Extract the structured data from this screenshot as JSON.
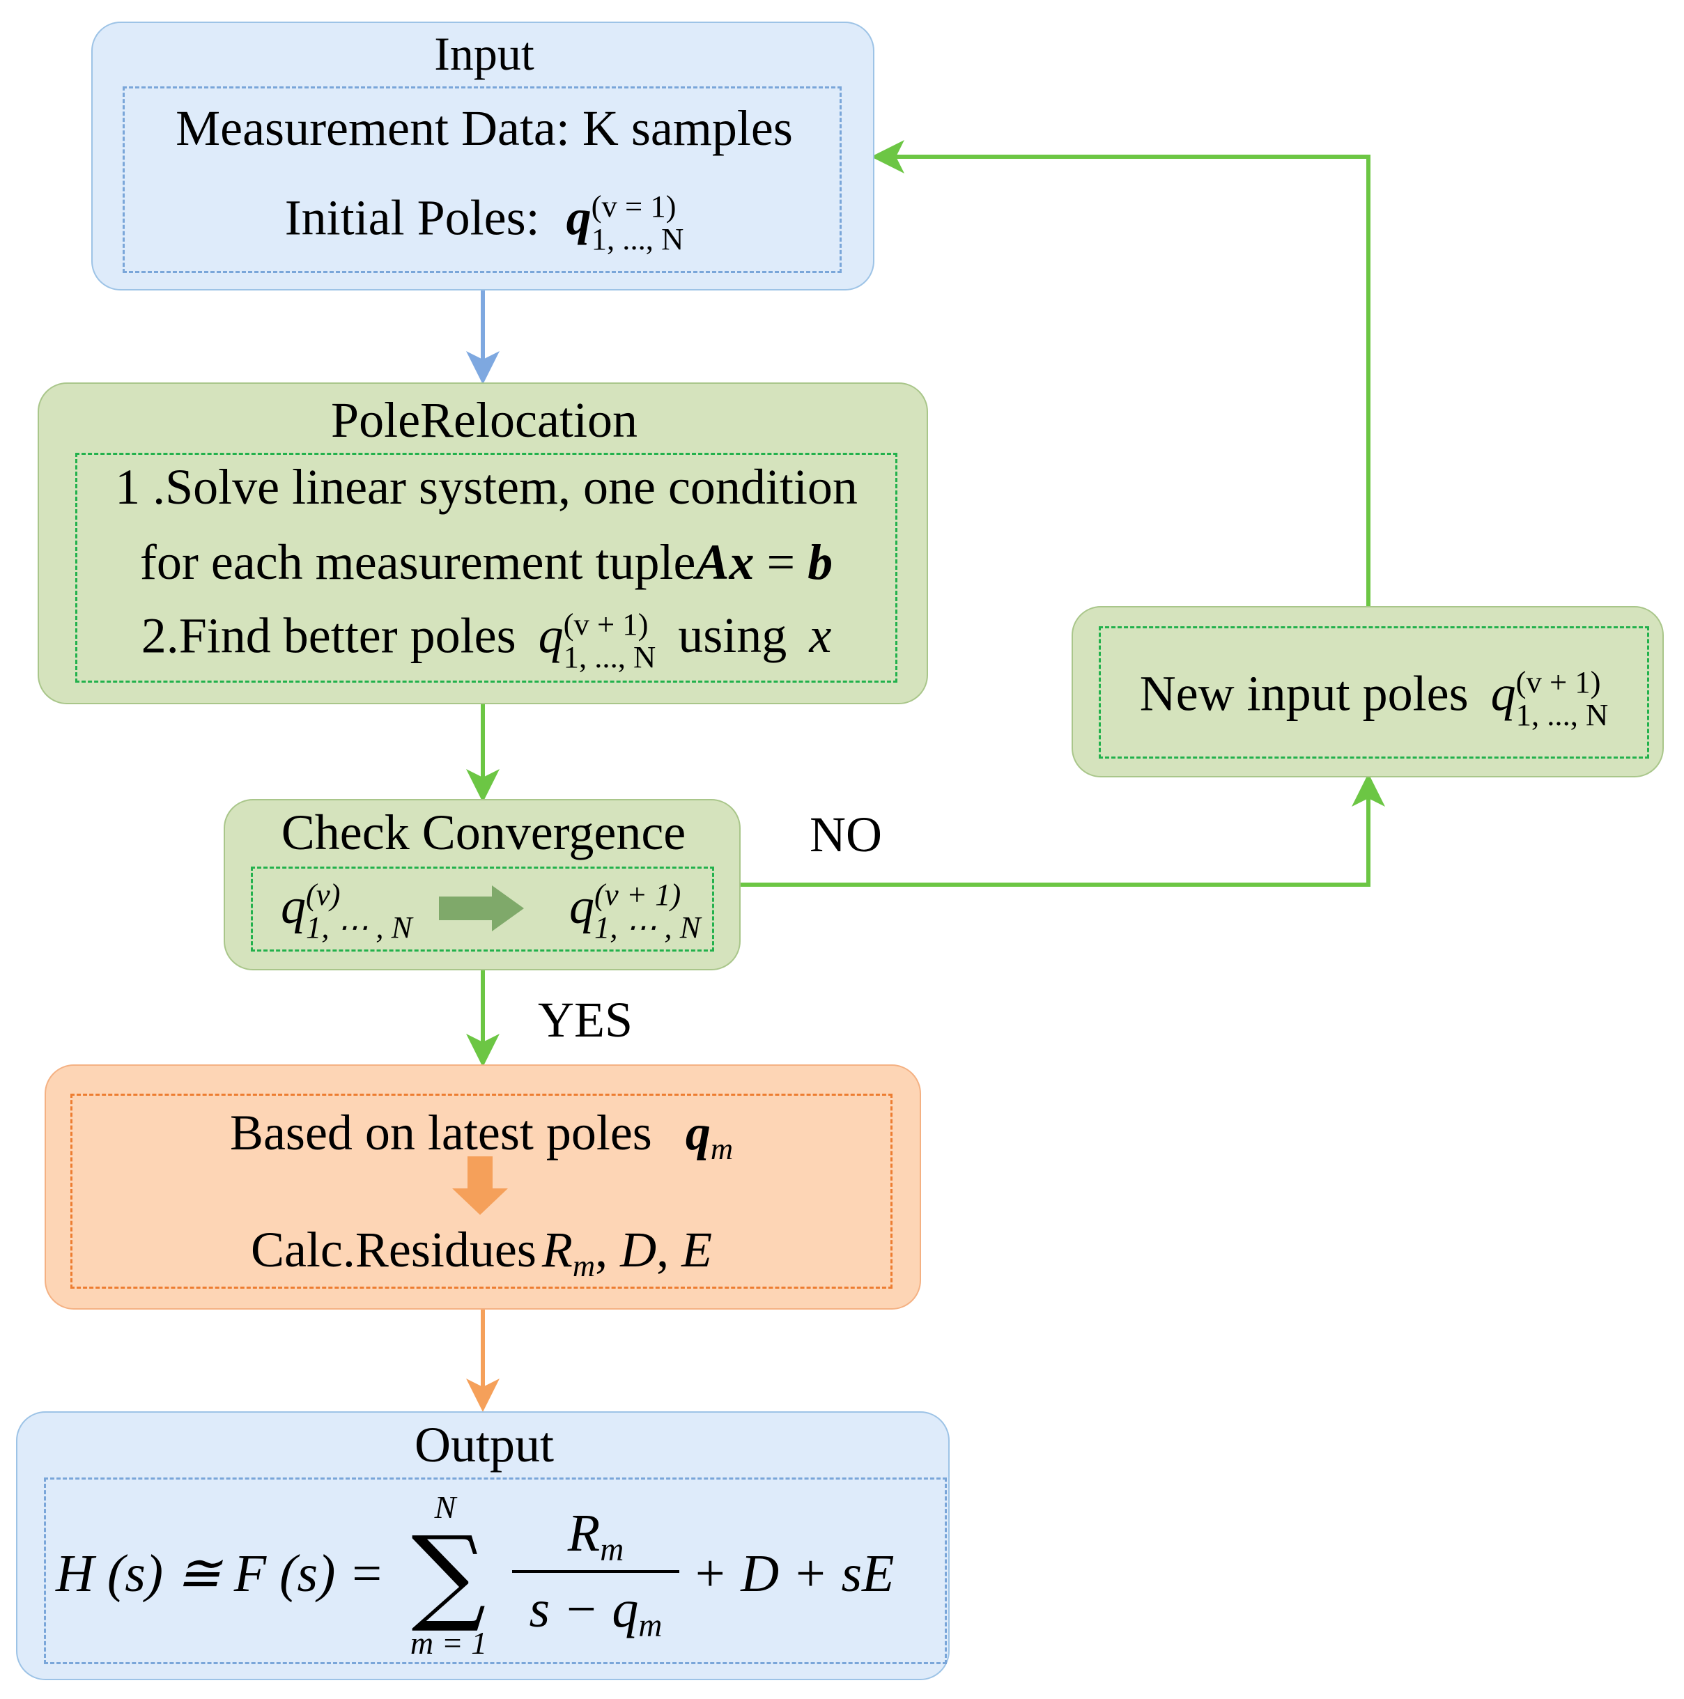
{
  "colors": {
    "blue_fill": "#deebfa",
    "blue_stroke": "#9dc3e6",
    "blue_dash": "#7aa6d9",
    "green_fill": "#d5e3bd",
    "green_stroke": "#a9c68a",
    "green_dash": "#22b14c",
    "orange_fill": "#fdd5b5",
    "orange_stroke": "#f4b183",
    "orange_dash": "#ed7d31",
    "arrow_blue": "#7ea8e0",
    "arrow_green": "#6cc644",
    "arrow_orange": "#f5a05a",
    "inner_arrow_green": "#7fa96a",
    "inner_arrow_orange": "#f5a05a"
  },
  "input": {
    "title": "Input",
    "measurement": "Measurement Data: K samples",
    "initial_poles_label": "Initial Poles:",
    "q": "q",
    "sup": "(v = 1)",
    "sub": "1, ..., N"
  },
  "pole_relocation": {
    "title": "PoleRelocation",
    "line1": "1 .Solve linear system, one condition",
    "line2_text": "for each measurement tuple",
    "line2_eq_A": "Ax",
    "line2_eq_eq": " = ",
    "line2_eq_b": "b",
    "line3_text": "2.Find better poles",
    "line3_q": "q",
    "line3_sup": "(v + 1)",
    "line3_sub": "1, ..., N",
    "line3_using": "using",
    "line3_x": "x"
  },
  "check": {
    "title": "Check Convergence",
    "left_q": "q",
    "left_sup": "(v)",
    "left_sub": "1, ⋯ , N",
    "right_q": "q",
    "right_sup": "(v + 1)",
    "right_sub": "1, ⋯ , N"
  },
  "new_poles": {
    "label": "New input poles",
    "q": "q",
    "sup": "(v + 1)",
    "sub": "1, ..., N"
  },
  "labels": {
    "no": "NO",
    "yes": "YES"
  },
  "residues": {
    "based_on": "Based on latest poles",
    "q": "q",
    "q_sub": "m",
    "calc": "Calc.Residues",
    "R": "R",
    "R_sub": "m",
    "rest_D": "D",
    "rest_E": "E"
  },
  "output": {
    "title": "Output",
    "lhs": "H (s) ≅ F (s) =",
    "sum_sym": "∑",
    "sum_upper": "N",
    "sum_lower": "m = 1",
    "num_R": "R",
    "num_sub": "m",
    "den": "s − q",
    "den_sub": "m",
    "tail": "+ D + sE"
  }
}
